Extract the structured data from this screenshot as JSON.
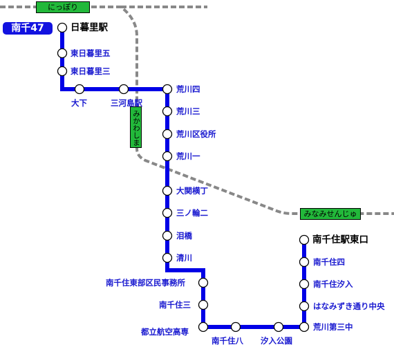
{
  "route": {
    "name": "南千47",
    "line_color": "#0000e6",
    "terminal_north": "日暮里駅",
    "terminal_south": "南千住駅東口",
    "stops": [
      "日暮里駅",
      "東日暮里五",
      "東日暮里三",
      "大下",
      "三河島駅",
      "荒川四",
      "荒川三",
      "荒川区役所",
      "荒川一",
      "大関横丁",
      "三ノ輪二",
      "泪橋",
      "清川",
      "南千住東部区民事務所",
      "南千住三",
      "都立航空高専",
      "南千住八",
      "汐入公園",
      "荒川第三中",
      "はなみずき通り中央",
      "南千住汐入",
      "南千住四",
      "南千住駅東口"
    ]
  },
  "railways": {
    "jr_line": {
      "dash_color": "#888888"
    },
    "stations": [
      {
        "key": "nippori",
        "label": "にっぽり",
        "color": "#22b83a"
      },
      {
        "key": "mikawashima",
        "label": "みかわしま",
        "color": "#22b83a"
      },
      {
        "key": "minamisenju",
        "label": "みなみせんじゅ",
        "color": "#22b83a"
      }
    ]
  }
}
